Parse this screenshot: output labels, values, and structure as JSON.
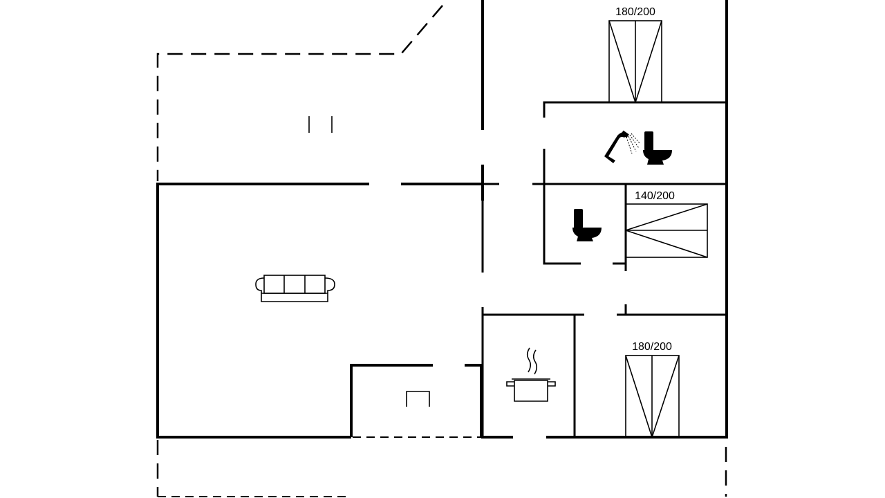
{
  "beds": [
    {
      "label": "180/200"
    },
    {
      "label": "140/200"
    },
    {
      "label": "180/200"
    }
  ],
  "icons": {
    "sofa": "sofa-icon",
    "shower": "shower-icon",
    "toilet": "toilet-icon",
    "cooking_pot": "cooking-pot-icon",
    "fireplace": "fireplace-icon"
  },
  "colors": {
    "line": "#000000",
    "background": "#ffffff"
  }
}
